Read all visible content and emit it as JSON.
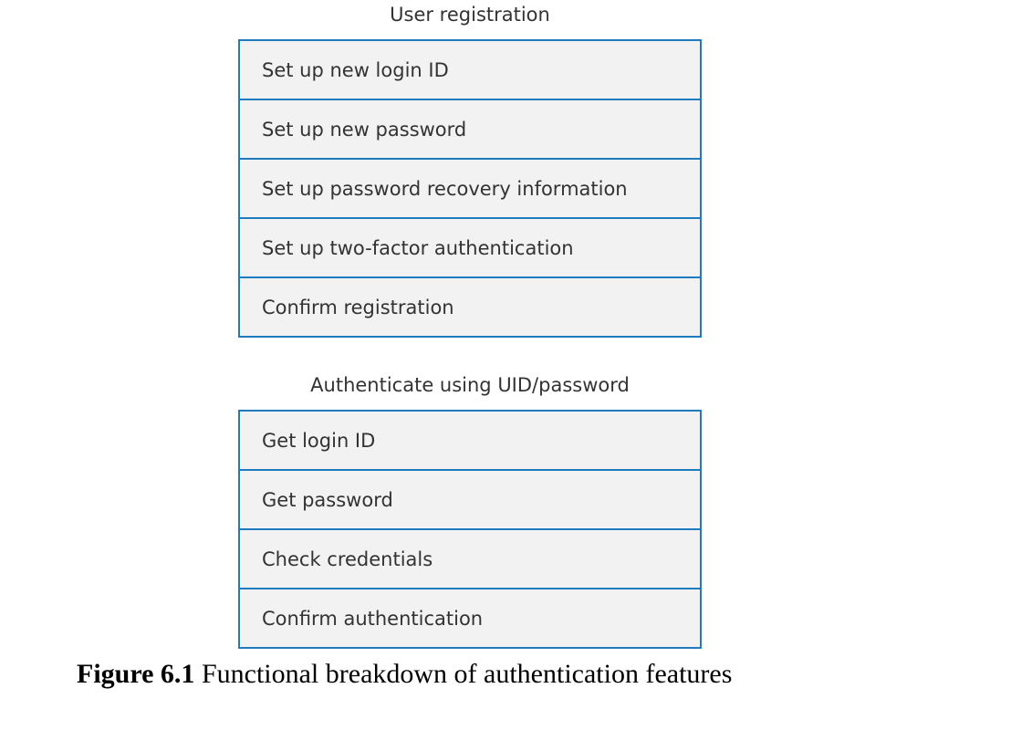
{
  "groups": [
    {
      "title": "User registration",
      "items": [
        "Set up new login ID",
        "Set up new password",
        "Set up password recovery information",
        "Set up two-factor authentication",
        "Confirm registration"
      ]
    },
    {
      "title": "Authenticate using UID/password",
      "items": [
        "Get login ID",
        "Get password",
        "Check credentials",
        "Confirm authentication"
      ]
    }
  ],
  "caption": {
    "label": "Figure 6.1",
    "text": " Functional breakdown of authentication features"
  },
  "colors": {
    "border": "#1f7bc0",
    "fill": "#f2f2f2"
  }
}
